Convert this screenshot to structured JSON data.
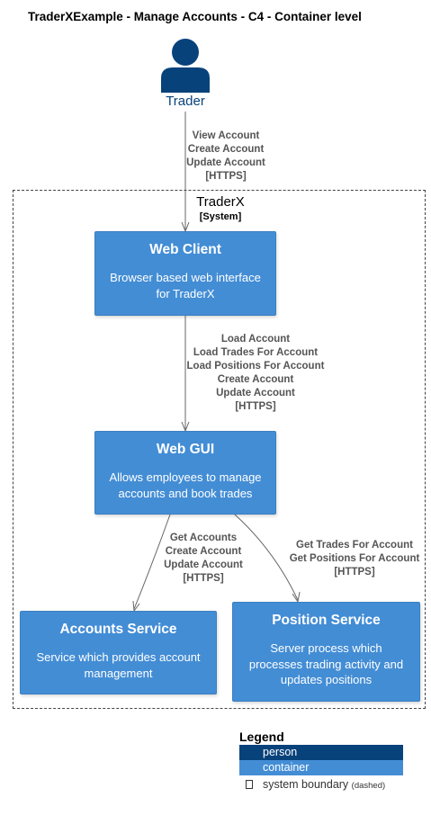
{
  "title": "TraderXExample - Manage Accounts - C4 - Container level",
  "person": {
    "label": "Trader"
  },
  "boundary": {
    "name": "TraderX",
    "type": "[System]"
  },
  "containers": {
    "web_client": {
      "name": "Web Client",
      "description": [
        "Browser based web interface",
        "for TraderX"
      ]
    },
    "web_gui": {
      "name": "Web GUI",
      "description": [
        "Allows employees to manage",
        "accounts and book trades"
      ]
    },
    "accounts_service": {
      "name": "Accounts Service",
      "description": [
        "Service which provides account",
        "management"
      ]
    },
    "position_service": {
      "name": "Position Service",
      "description": [
        "Server process which",
        "processes trading activity and",
        "updates positions"
      ]
    }
  },
  "relations": {
    "trader_to_web_client": [
      "View Account",
      "Create Account",
      "Update Account",
      "[HTTPS]"
    ],
    "web_client_to_web_gui": [
      "Load Account",
      "Load Trades For Account",
      "Load Positions For Account",
      "Create Account",
      "Update Account",
      "[HTTPS]"
    ],
    "web_gui_to_accounts": [
      "Get Accounts",
      "Create Account",
      "Update Account",
      "[HTTPS]"
    ],
    "web_gui_to_position": [
      "Get Trades For Account",
      "Get Positions For Account",
      "[HTTPS]"
    ]
  },
  "legend": {
    "title": "Legend",
    "person": "person",
    "container": "container",
    "boundary": "system boundary",
    "boundary_note": "(dashed)"
  },
  "colors": {
    "person": "#08427b",
    "container": "#438dd5",
    "edge": "#666666",
    "edge_label": "#555555"
  },
  "icons": {
    "person": "person-icon"
  }
}
